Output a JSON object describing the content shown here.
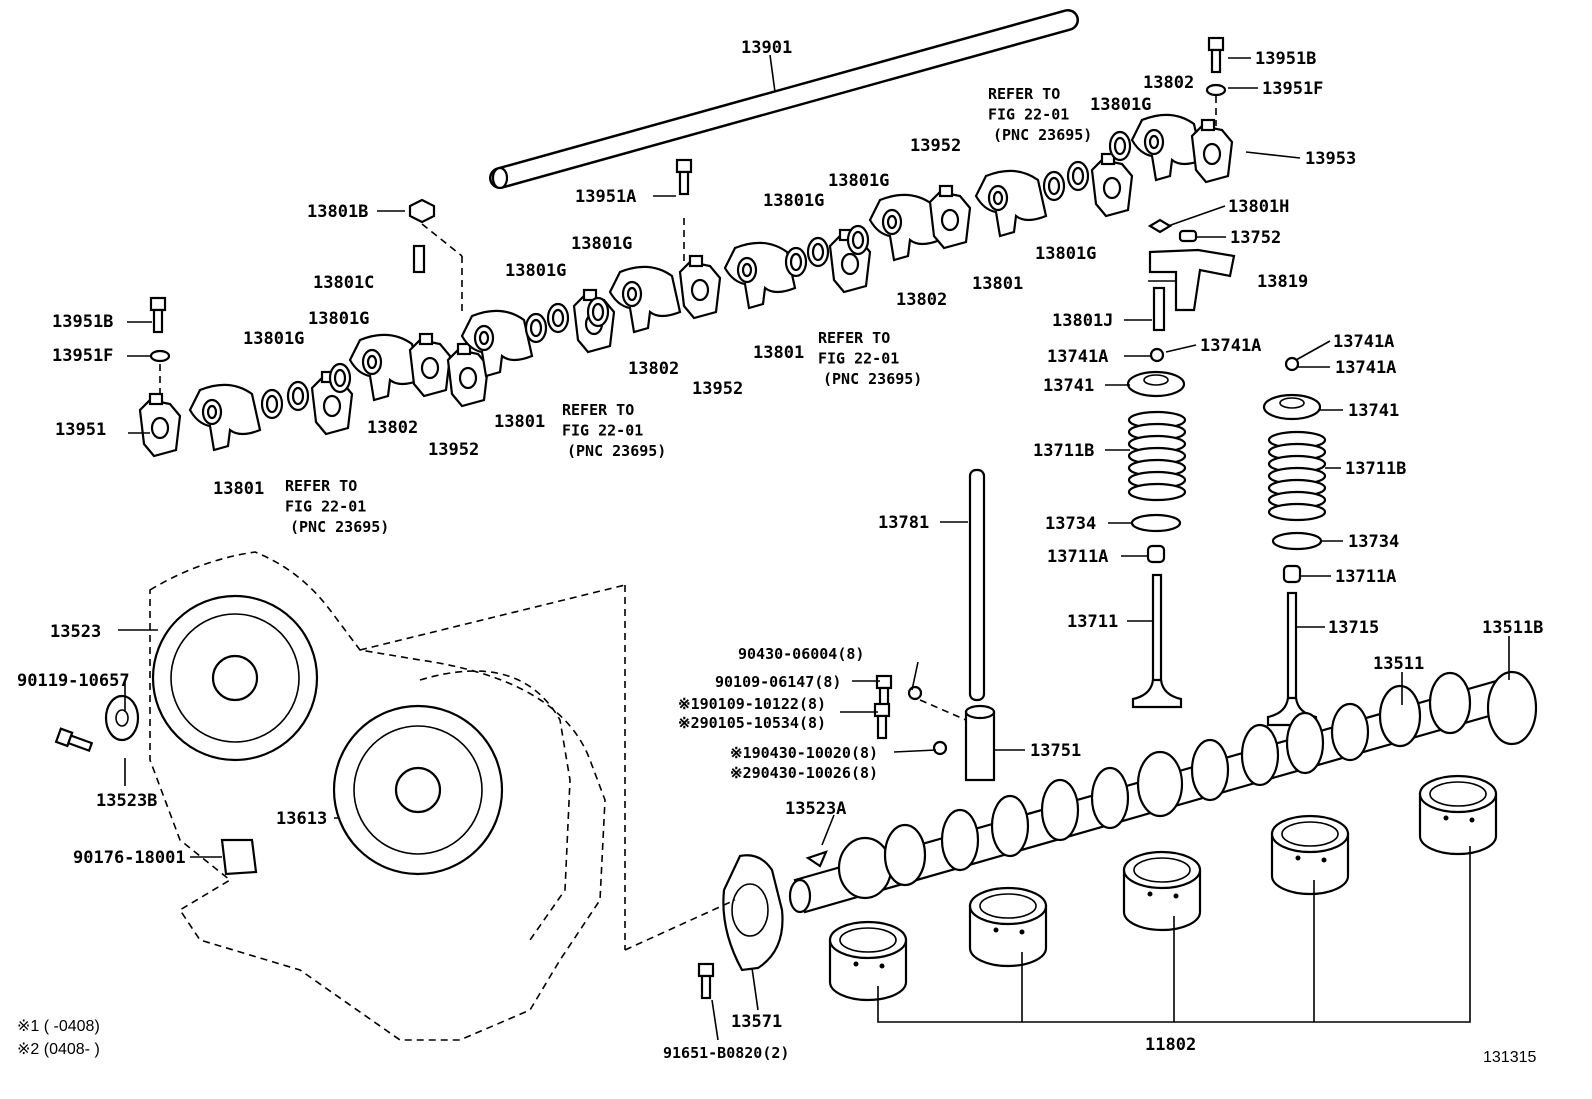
{
  "diagram_code": "131315",
  "footnotes": [
    "※1 (     -0408)",
    "※2 (0408-     )"
  ],
  "labels": [
    "13901",
    "13951B",
    "13951F",
    "13802",
    "13801G",
    "13953",
    "13952",
    "13801G",
    "13801G",
    "13951A",
    "13801B",
    "13801H",
    "13752",
    "13801G",
    "13801G",
    "13801G",
    "13801C",
    "13819",
    "13802",
    "13801",
    "13801G",
    "13801G",
    "13951B",
    "13801J",
    "13741A",
    "13741A",
    "13741A",
    "13741A",
    "13951F",
    "13801",
    "13802",
    "13741",
    "13952",
    "13741",
    "13951",
    "13802",
    "13801",
    "13952",
    "13711B",
    "13711B",
    "13801",
    "13781",
    "13734",
    "13734",
    "13711A",
    "13711A",
    "13523",
    "13711",
    "13715",
    "13511B",
    "13511",
    "13751",
    "13523B",
    "13613",
    "13523A",
    "90176-18001",
    "13571",
    "11802",
    "90119-10657"
  ],
  "small_labels": [
    "90430-06004(8)",
    "90109-06147(8)",
    "※190109-10122(8)",
    "※290105-10534(8)",
    "※190430-10020(8)",
    "※290430-10026(8)",
    "91651-B0820(2)"
  ],
  "refer_notes": [
    [
      "REFER TO",
      "FIG 22-01",
      "(PNC 23695)"
    ],
    [
      "REFER TO",
      "FIG 22-01",
      "(PNC 23695)"
    ],
    [
      "REFER TO",
      "FIG 22-01",
      "(PNC 23695)"
    ],
    [
      "REFER TO",
      "FIG 22-01",
      "(PNC 23695)"
    ]
  ]
}
